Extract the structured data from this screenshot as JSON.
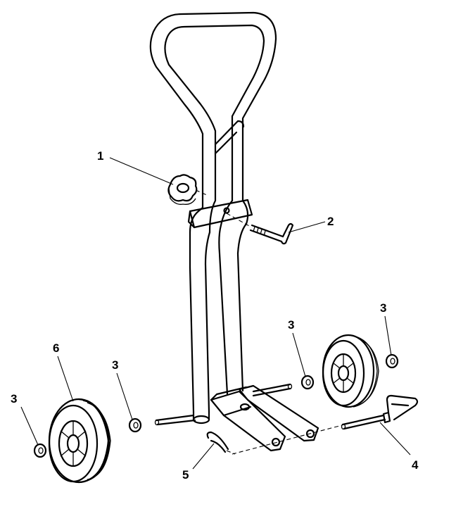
{
  "callouts": [
    {
      "id": "c1",
      "label": "1"
    },
    {
      "id": "c2",
      "label": "2"
    },
    {
      "id": "c3a",
      "label": "3"
    },
    {
      "id": "c3b",
      "label": "3"
    },
    {
      "id": "c3c",
      "label": "3"
    },
    {
      "id": "c3d",
      "label": "3"
    },
    {
      "id": "c4",
      "label": "4"
    },
    {
      "id": "c5",
      "label": "5"
    },
    {
      "id": "c6",
      "label": "6"
    }
  ]
}
